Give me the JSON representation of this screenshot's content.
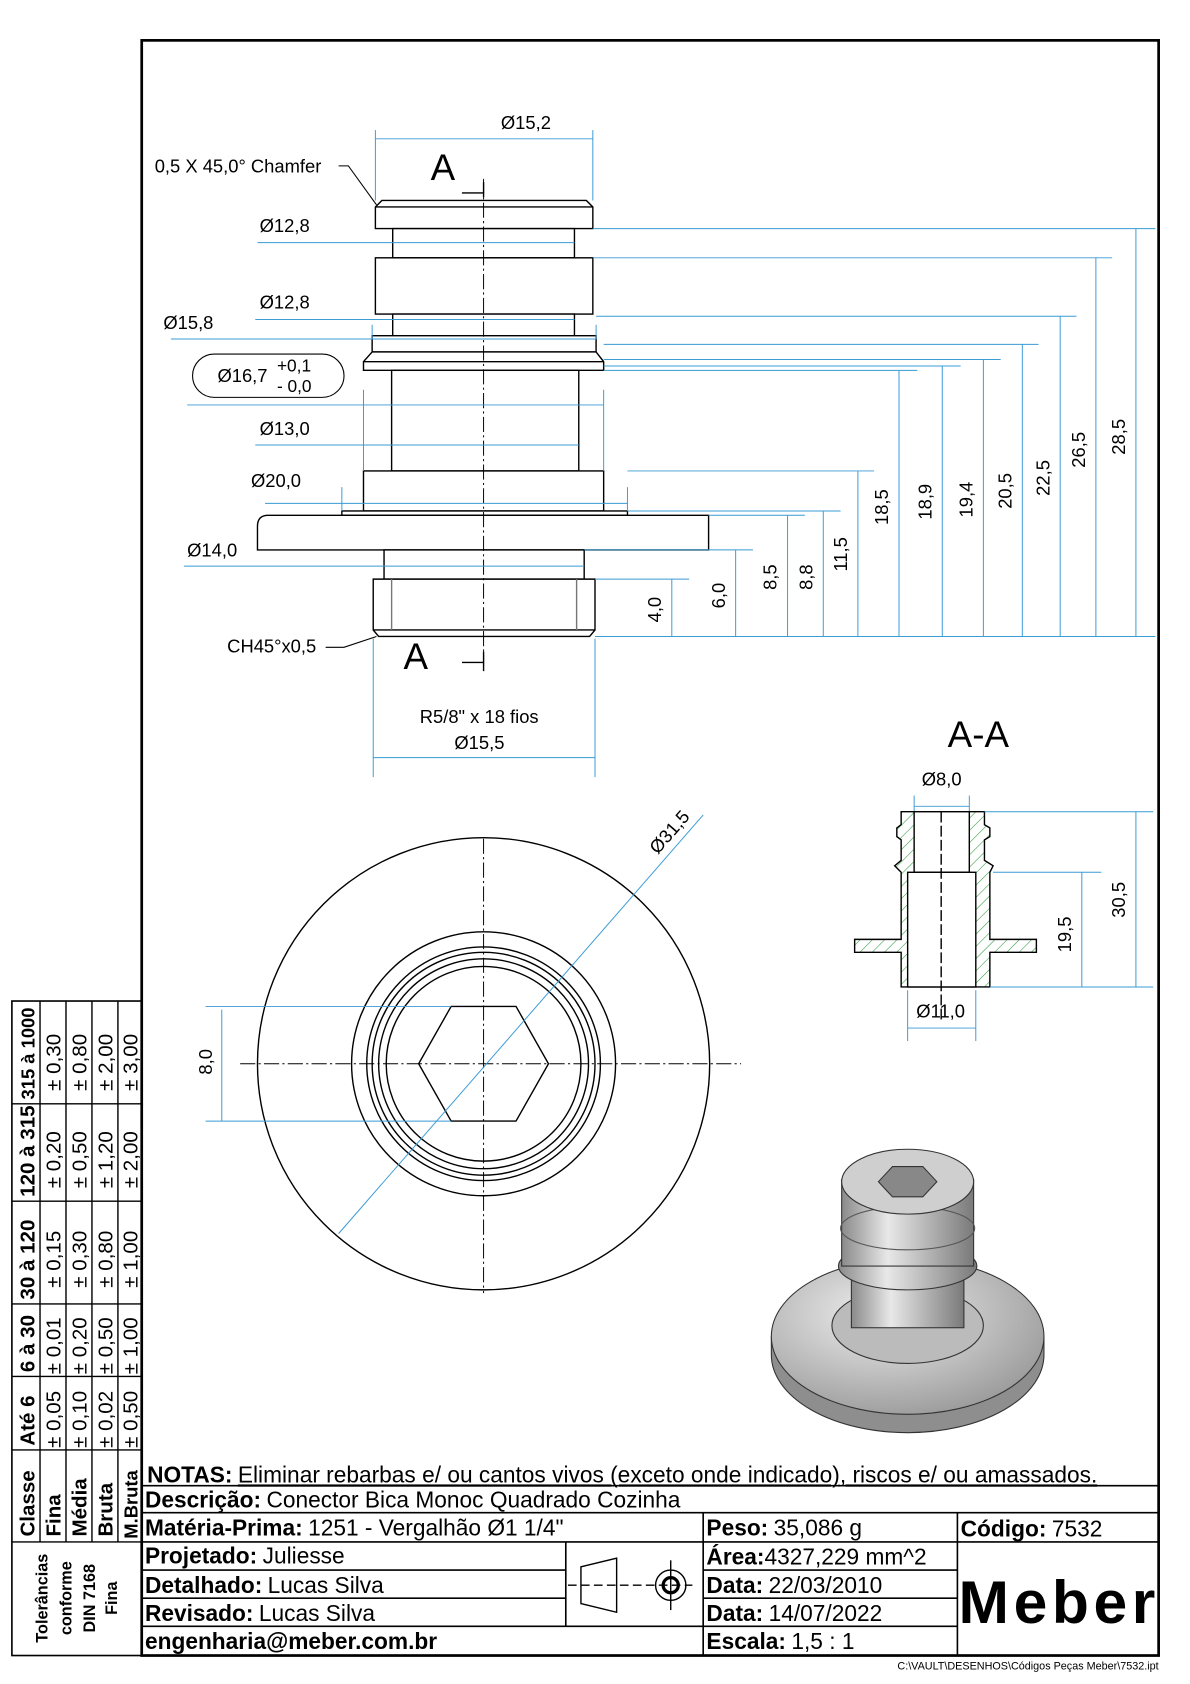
{
  "main_view": {
    "d_top": "Ø15,2",
    "chamfer_top": "0,5 X 45,0° Chamfer",
    "d_groove1": "Ø12,8",
    "d_groove2": "Ø12,8",
    "d_collar": "Ø15,8",
    "d_flange_tol_main": "Ø16,7",
    "d_flange_tol_plus": "+0,1",
    "d_flange_tol_minus": "- 0,0",
    "d_shaft": "Ø13,0",
    "d_base": "Ø20,0",
    "d_neck": "Ø14,0",
    "chamfer_bottom": "CH45°x0,5",
    "thread": "R5/8\" x 18 fios",
    "d_thread": "Ø15,5",
    "section_mark_top": "A",
    "section_mark_bottom": "A",
    "heights": [
      "4,0",
      "6,0",
      "8,5",
      "8,8",
      "11,5",
      "18,5",
      "18,9",
      "19,4",
      "20,5",
      "22,5",
      "26,5",
      "28,5"
    ]
  },
  "top_view": {
    "d_outer": "Ø31,5",
    "hex": "8,0"
  },
  "section": {
    "title": "A-A",
    "d_bore_top": "Ø8,0",
    "d_bore_bottom": "Ø11,0",
    "h_bore": "19,5",
    "h_total": "30,5"
  },
  "tolerance_table": {
    "title_lines": [
      "Tolerâncias",
      "conforme",
      "DIN 7168",
      "Fina"
    ],
    "header": [
      "Classe",
      "Até 6",
      "6 à 30",
      "30 à 120",
      "120 à 315",
      "315 à 1000"
    ],
    "rows": [
      [
        "Fina",
        "± 0,05",
        "± 0,01",
        "± 0,15",
        "± 0,20",
        "± 0,30"
      ],
      [
        "Média",
        "± 0,10",
        "± 0,20",
        "± 0,30",
        "± 0,50",
        "± 0,80"
      ],
      [
        "Bruta",
        "± 0,02",
        "± 0,50",
        "± 0,80",
        "± 1,20",
        "± 2,00"
      ],
      [
        "M.Bruta",
        "± 0,50",
        "± 1,00",
        "± 1,00",
        "± 2,00",
        "± 3,00"
      ]
    ]
  },
  "title_block": {
    "notes_label": "NOTAS:",
    "notes": "Eliminar rebarbas e/ ou cantos vivos (exceto onde indicado), riscos e/ ou amassados.",
    "desc_label": "Descrição:",
    "desc": "Conector Bica Monoc Quadrado Cozinha",
    "material_label": "Matéria-Prima:",
    "material": "1251 - Vergalhão Ø1 1/4\"",
    "weight_label": "Peso:",
    "weight": "35,086 g",
    "code_label": "Código:",
    "code": "7532",
    "designed_label": "Projetado:",
    "designed": "Juliesse",
    "detailed_label": "Detalhado:",
    "detailed": "Lucas Silva",
    "revised_label": "Revisado:",
    "revised": "Lucas Silva",
    "email": "engenharia@meber.com.br",
    "area_label": "Área:",
    "area": "4327,229 mm^2",
    "date1_label": "Data:",
    "date1": "22/03/2010",
    "date2_label": "Data:",
    "date2": "14/07/2022",
    "scale_label": "Escala:",
    "scale": "1,5 : 1",
    "logo": "Meber",
    "file_path": "C:\\VAULT\\DESENHOS\\Códigos Peças Meber\\7532.ipt"
  }
}
